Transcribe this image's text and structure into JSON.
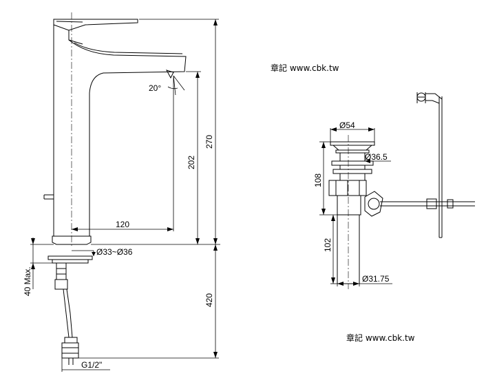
{
  "watermarks": {
    "top": "章記 www.cbk.tw",
    "bottom": "章記 www.cbk.tw"
  },
  "faucet_dimensions": {
    "spout_angle": "20°",
    "total_height": "270",
    "spout_height": "202",
    "spout_reach": "120",
    "hole_diameter": "Ø33~Ø36",
    "deck_thickness": "40 Max.",
    "hose_length": "420",
    "thread": "G1/2\""
  },
  "drain_dimensions": {
    "cap_diameter": "Ø54",
    "flange_diameter": "Ø36.5",
    "body_height": "108",
    "tail_height": "102",
    "tail_diameter": "Ø31.75"
  },
  "colors": {
    "line": "#000000",
    "background": "#ffffff"
  }
}
